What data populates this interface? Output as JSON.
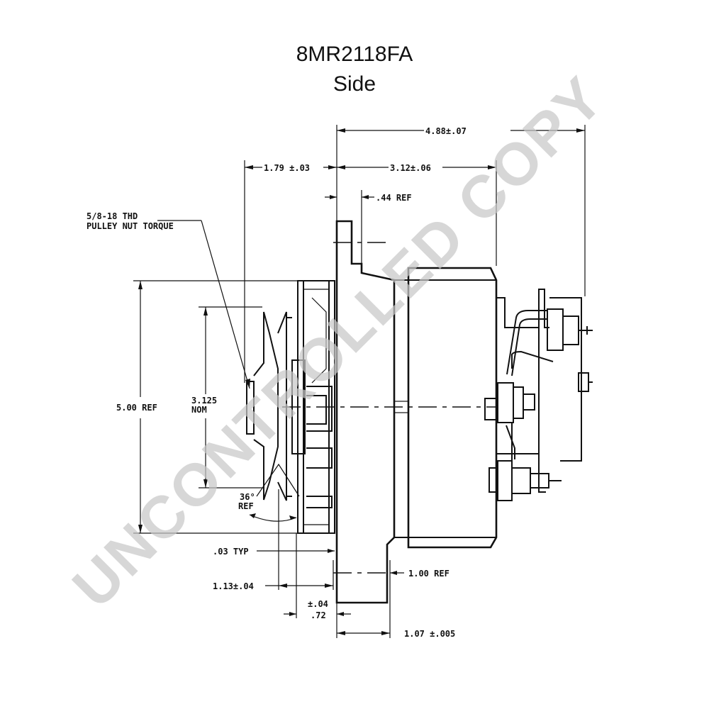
{
  "title": {
    "line1": "8MR2118FA",
    "line2": "Side"
  },
  "watermark": "UNCONTROLLED COPY",
  "callout": {
    "line1": "5/8-18 THD",
    "line2": "PULLEY NUT TORQUE"
  },
  "dimensions": {
    "overall_length": "4.88±.07",
    "pulley_to_flange": "1.79 ±.03",
    "flange_to_body": "3.12±.06",
    "flange_offset": ".44 REF",
    "fan_diameter": "5.00 REF",
    "pulley_diameter_value": "3.125",
    "pulley_diameter_note": "NOM",
    "groove_angle": "36°",
    "groove_angle_note": "REF",
    "typ": ".03 TYP",
    "pulley_width": "1.13±.04",
    "ear_width": "1.00 REF",
    "hub_tol": "±.04",
    "hub_value": ".72",
    "mount_length": "1.07 ±.005"
  },
  "colors": {
    "line": "#111111",
    "watermark": "#c8c8c8",
    "background": "#ffffff"
  }
}
